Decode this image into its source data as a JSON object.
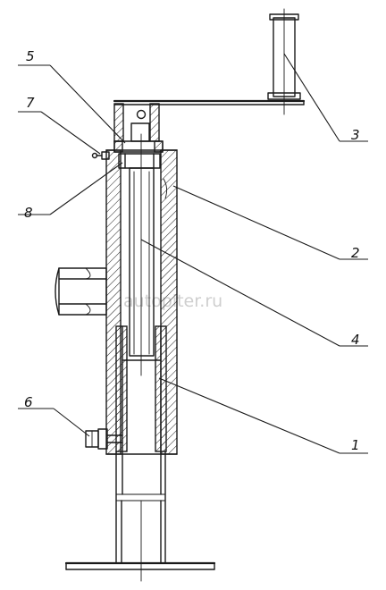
{
  "callouts": {
    "c1": "1",
    "c2": "2",
    "c3": "3",
    "c4": "4",
    "c5": "5",
    "c6": "6",
    "c7": "7",
    "c8": "8"
  },
  "watermark": "autopiter.ru",
  "colors": {
    "ink": "#1a1a1a",
    "watermark": "#cfcfcf",
    "background": "#ffffff"
  }
}
